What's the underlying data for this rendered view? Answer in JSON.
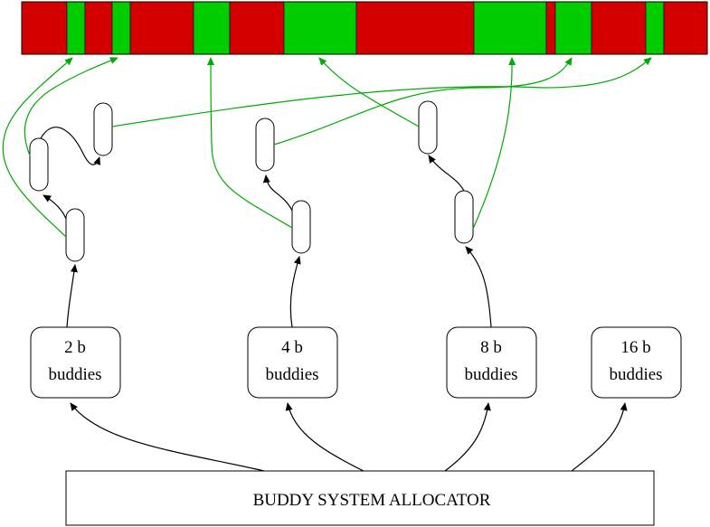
{
  "colors": {
    "allocated": "#d40000",
    "free": "#00cc00",
    "black_arrow": "#000000",
    "green_arrow": "#00aa00"
  },
  "memory_bar": {
    "segments": [
      {
        "state": "allocated"
      },
      {
        "state": "free"
      },
      {
        "state": "allocated"
      },
      {
        "state": "free"
      },
      {
        "state": "allocated"
      },
      {
        "state": "free"
      },
      {
        "state": "allocated"
      },
      {
        "state": "free"
      },
      {
        "state": "allocated"
      },
      {
        "state": "free"
      },
      {
        "state": "allocated"
      },
      {
        "state": "free"
      },
      {
        "state": "allocated"
      },
      {
        "state": "free"
      },
      {
        "state": "allocated"
      }
    ]
  },
  "buddy_boxes": [
    {
      "size": "2 b",
      "label": "buddies"
    },
    {
      "size": "4 b",
      "label": "buddies"
    },
    {
      "size": "8 b",
      "label": "buddies"
    },
    {
      "size": "16 b",
      "label": "buddies"
    }
  ],
  "allocator": {
    "label": "BUDDY SYSTEM ALLOCATOR"
  }
}
